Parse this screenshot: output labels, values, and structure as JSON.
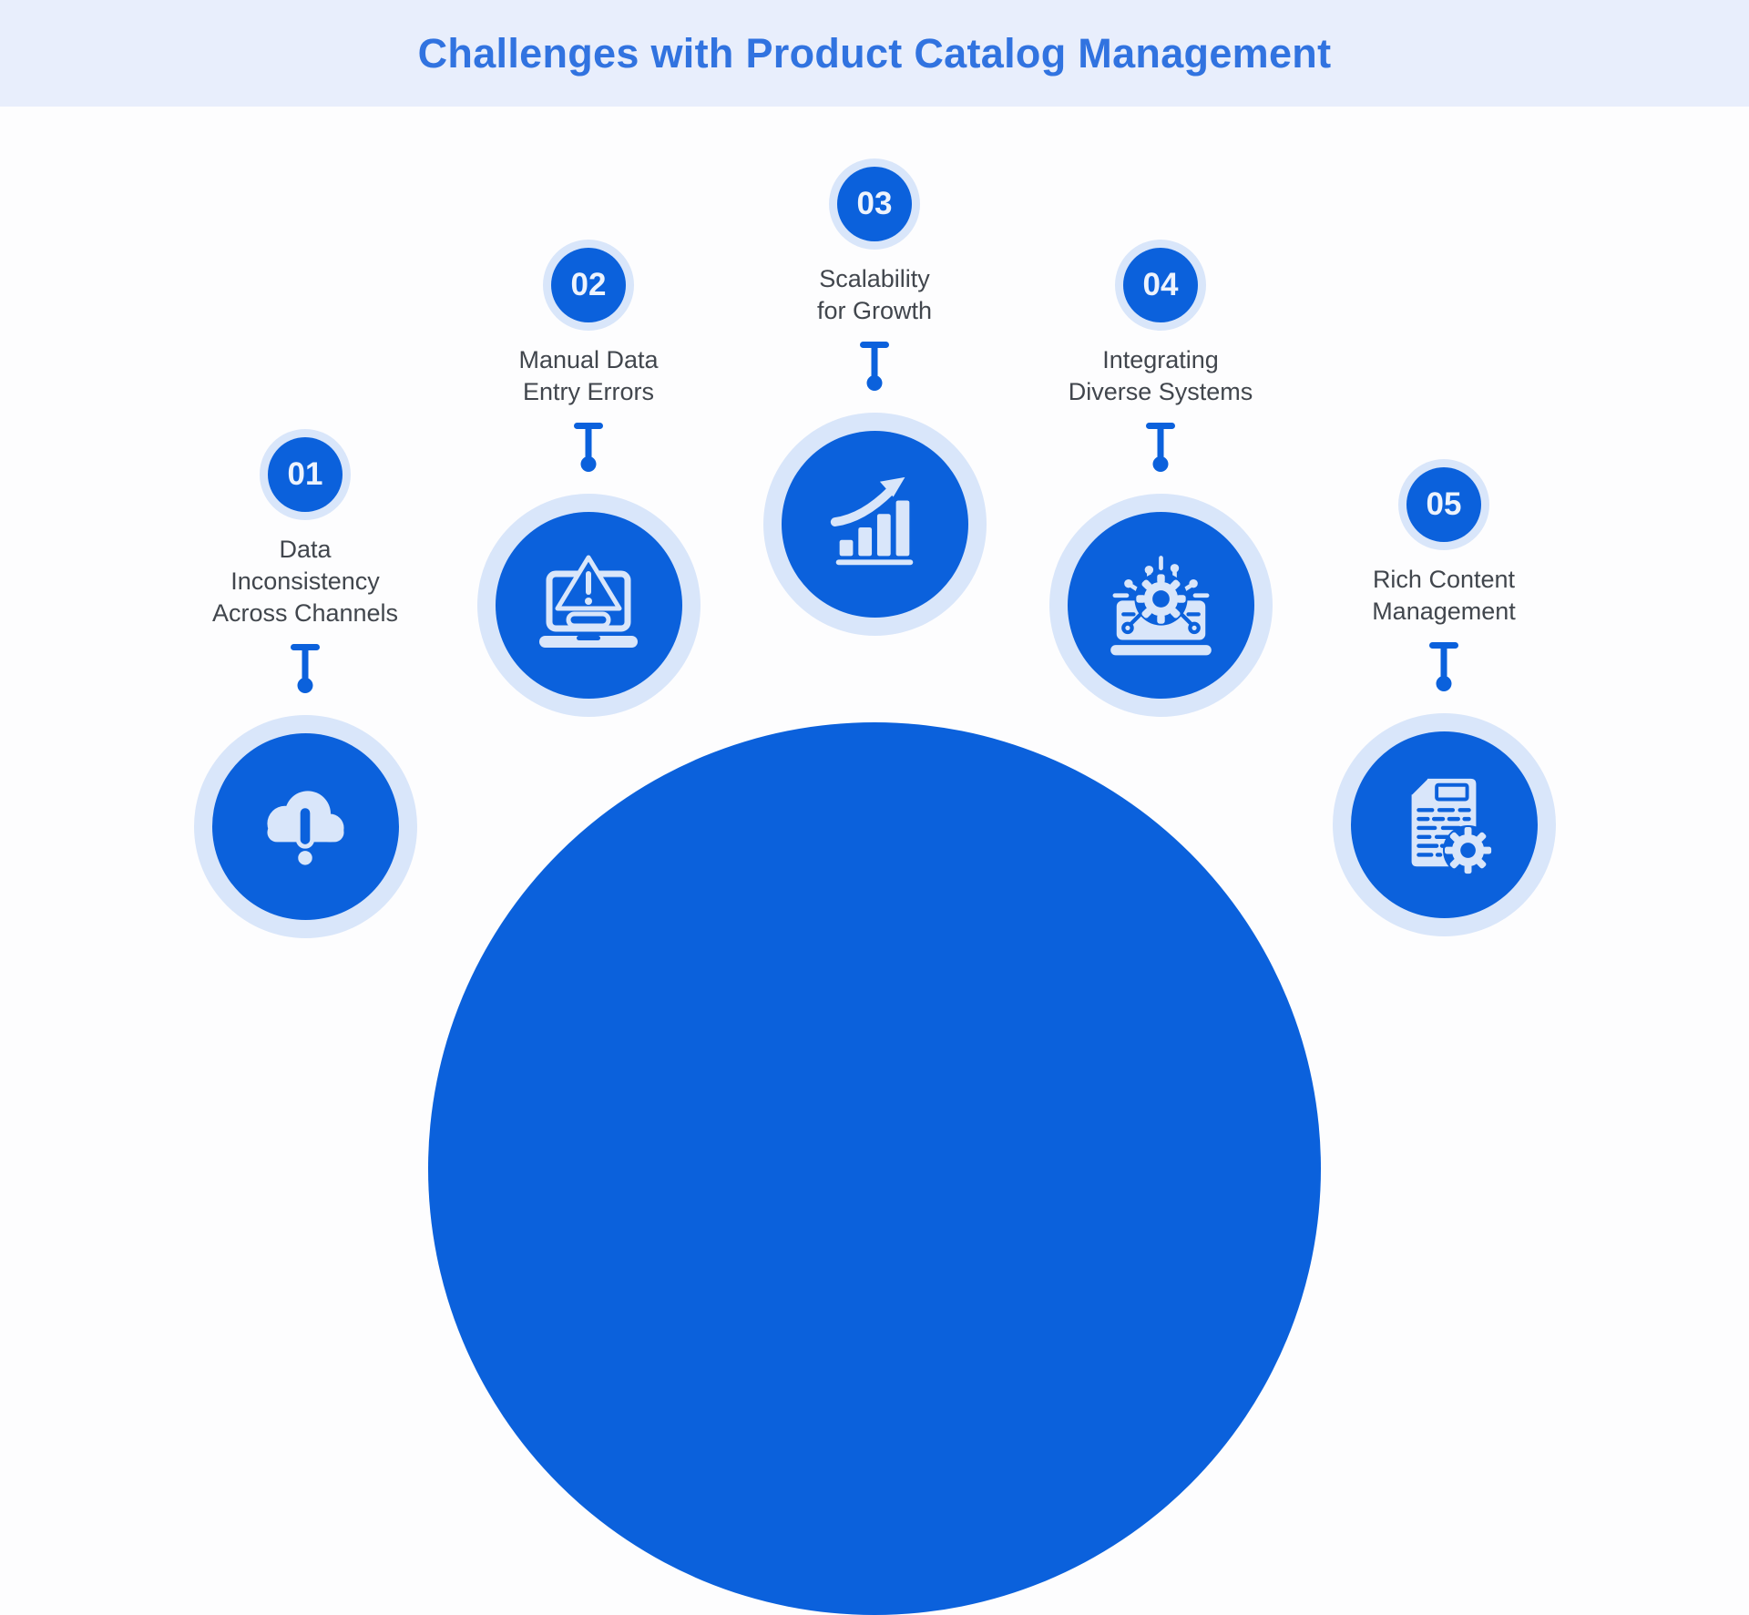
{
  "title": "Challenges with Product Catalog Management",
  "items": [
    {
      "number": "01",
      "lines": [
        "Data",
        "Inconsistency",
        "Across Channels"
      ],
      "icon": "cloud-alert-icon"
    },
    {
      "number": "02",
      "lines": [
        "Manual Data",
        "Entry Errors"
      ],
      "icon": "laptop-warning-icon"
    },
    {
      "number": "03",
      "lines": [
        "Scalability",
        "for Growth"
      ],
      "icon": "growth-chart-icon"
    },
    {
      "number": "04",
      "lines": [
        "Integrating",
        "Diverse Systems"
      ],
      "icon": "system-integration-icon"
    },
    {
      "number": "05",
      "lines": [
        "Rich Content",
        "Management"
      ],
      "icon": "document-gear-icon"
    }
  ],
  "colors": {
    "primary": "#0b61dc",
    "light": "#d9e6fa",
    "header_bg": "#e8eefc",
    "title_text": "#3173e0",
    "label_text": "#41464d",
    "badge_text": "#edf3fd",
    "page_bg": "#fdfdfe"
  }
}
